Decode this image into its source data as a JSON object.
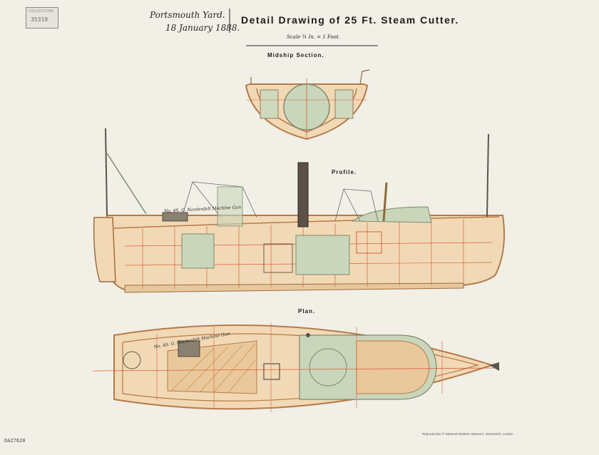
{
  "header": {
    "yard": "Portsmouth Yard.",
    "date": "18 January 1888.",
    "title": "Detail Drawing of 25 Ft. Steam Cutter.",
    "scale": "Scale ¾ In. = 1 Foot."
  },
  "views": {
    "midship": "Midship Section.",
    "profile": "Profile.",
    "plan": "Plan."
  },
  "annotations": {
    "profile_note": "No. 4S. G. Nordenfelt Machine Gun",
    "plan_note": "No. 4S. G. Nordenfelt Machine Gun"
  },
  "stamp": {
    "top": "COLLECTIONS",
    "number": "35319"
  },
  "footer": {
    "catalogue": "DAZ7620",
    "reproduction": "Reproduction © National Maritime Museum, Greenwich, London"
  },
  "colors": {
    "paper": "#f1efe6",
    "hull_fill": "#f2d9b6",
    "hull_outline": "#b57a4a",
    "machinery": "#c9d6bb",
    "red_line": "#d9603d",
    "ink": "#2b2620"
  }
}
